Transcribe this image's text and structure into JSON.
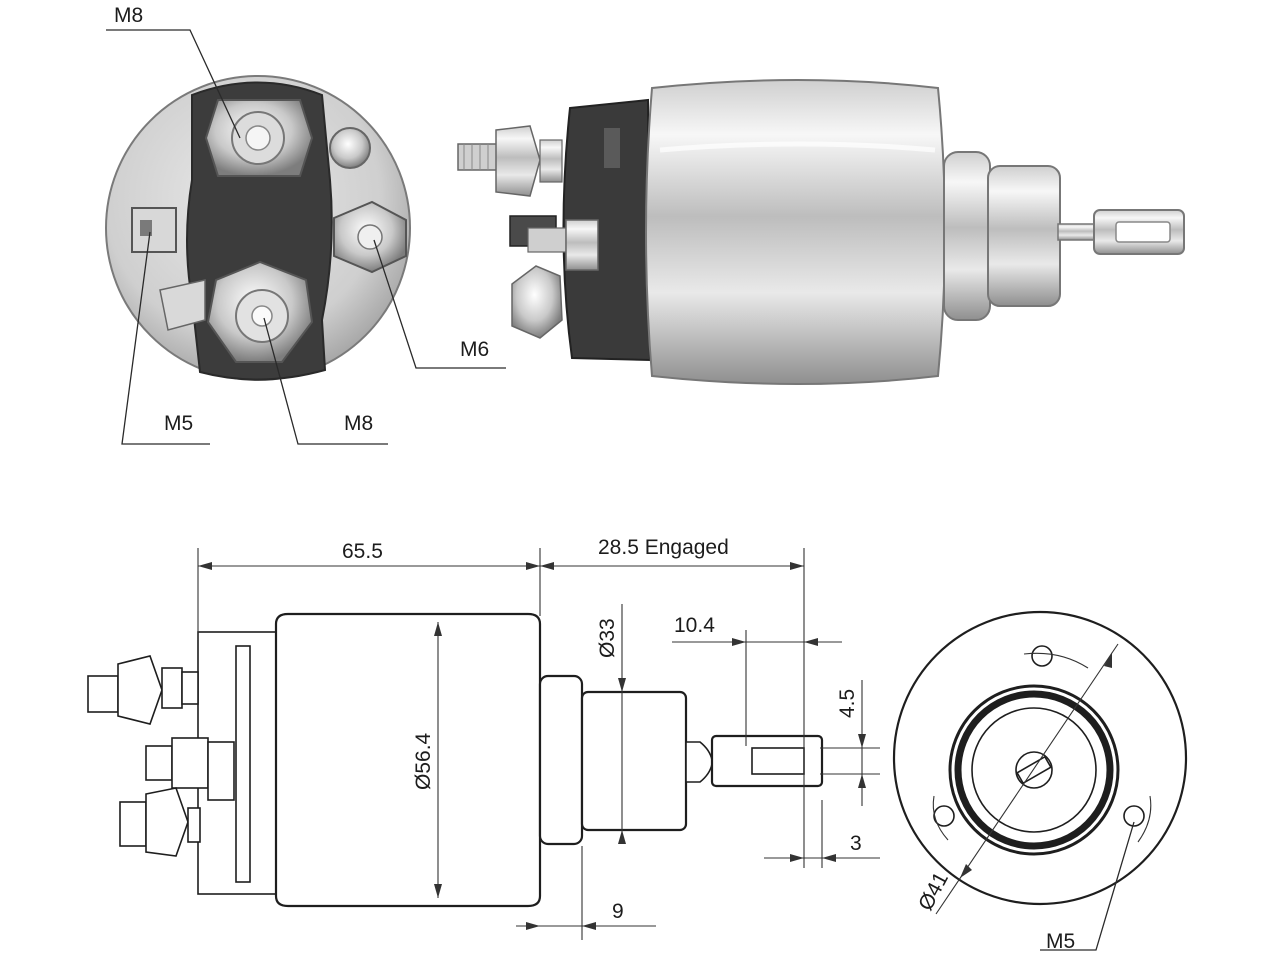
{
  "photo_labels": {
    "top_stud": "M8",
    "right_stud": "M6",
    "small_terminal": "M5",
    "bottom_stud": "M8"
  },
  "side_view_dimensions": {
    "body_length": "65.5",
    "plunger_travel": "28.5 Engaged",
    "body_diameter": "Ø56.4",
    "nose_diameter": "Ø33",
    "eye_length": "10.4",
    "eye_width": "4.5",
    "eye_thickness": "3",
    "nose_offset": "9"
  },
  "end_view_labels": {
    "bolt_circle": "Ø41",
    "mount_thread": "M5"
  },
  "colors": {
    "line": "#222222",
    "chrome_light": "#f2f2f2",
    "chrome_dark": "#8c8c8c",
    "cap_dark": "#3a3a3a"
  }
}
